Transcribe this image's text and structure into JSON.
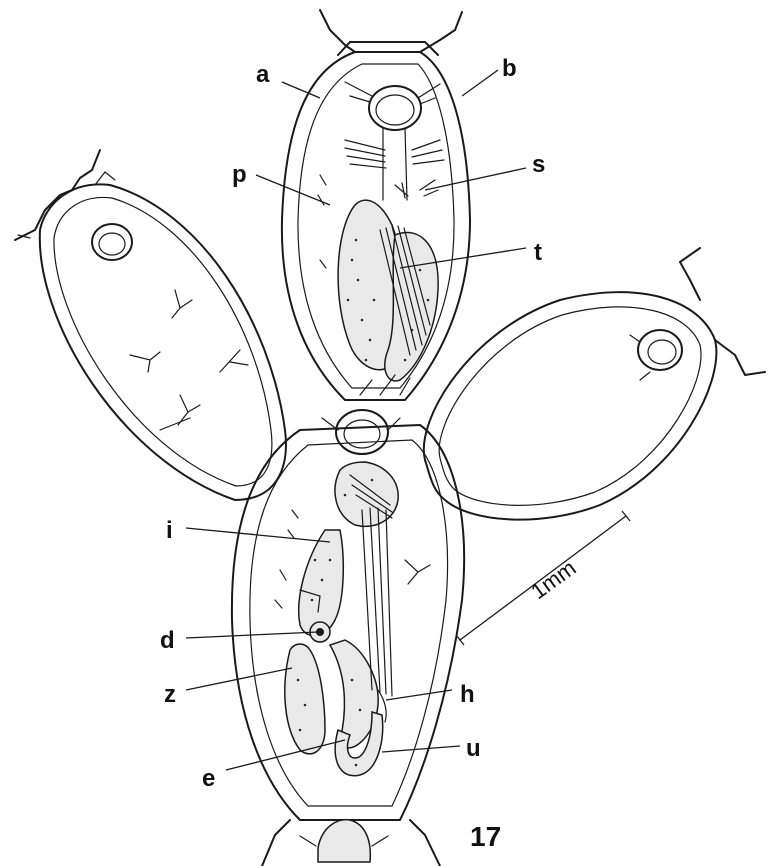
{
  "figure": {
    "number": "17",
    "scale_bar": "1mm",
    "labels": {
      "a": "a",
      "b": "b",
      "p": "p",
      "s": "s",
      "t": "t",
      "i": "i",
      "d": "d",
      "z": "z",
      "h": "h",
      "u": "u",
      "e": "e"
    }
  }
}
